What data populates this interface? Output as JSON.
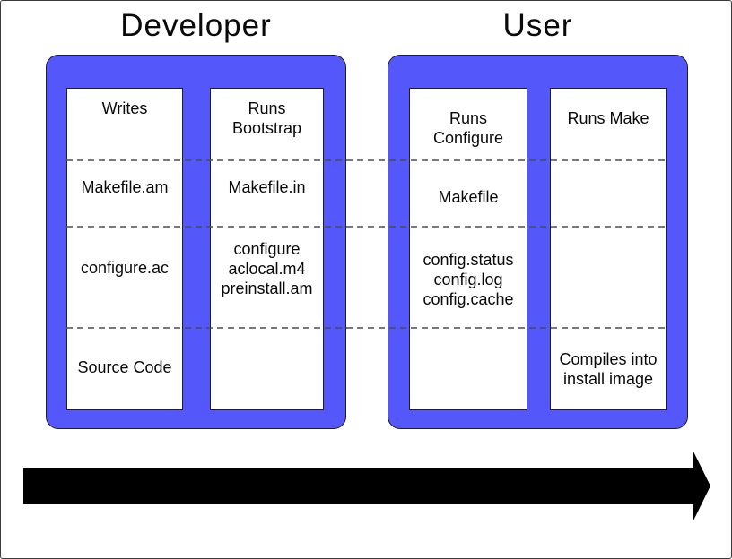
{
  "groups": [
    {
      "title": "Developer",
      "columns": [
        {
          "role": "developer-writes",
          "cells": [
            "Writes",
            "Makefile.am",
            "configure.ac",
            "Source Code"
          ]
        },
        {
          "role": "developer-runs-bootstrap",
          "cells": [
            "Runs\nBootstrap",
            "Makefile.in",
            "configure\naclocal.m4\npreinstall.am",
            ""
          ]
        }
      ]
    },
    {
      "title": "User",
      "columns": [
        {
          "role": "user-runs-configure",
          "cells": [
            "Runs\nConfigure",
            "Makefile",
            "config.status\nconfig.log\nconfig.cache",
            ""
          ]
        },
        {
          "role": "user-runs-make",
          "cells": [
            "Runs Make",
            "",
            "",
            "Compiles into\ninstall image"
          ]
        }
      ]
    }
  ],
  "arrow": {
    "direction": "right"
  },
  "colors": {
    "panel_blue": "#5457fa",
    "dashed_line": "#4d4d4d",
    "arrow_black": "#000000"
  }
}
